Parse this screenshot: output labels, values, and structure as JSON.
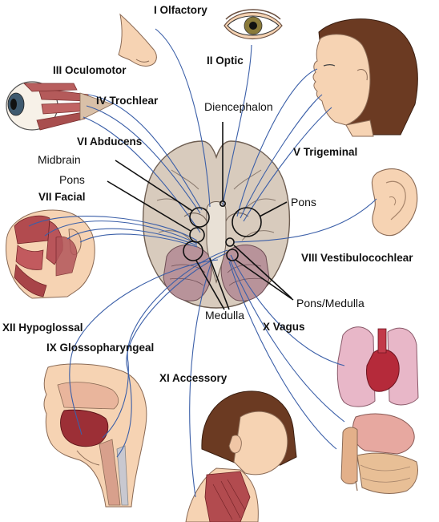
{
  "nerves": {
    "olfactory": "I Olfactory",
    "optic": "II Optic",
    "oculomotor": "III Oculomotor",
    "trochlear": "IV Trochlear",
    "trigeminal": "V Trigeminal",
    "abducens": "VI Abducens",
    "facial": "VII Facial",
    "vestibulocochlear": "VIII Vestibulocochlear",
    "glossopharyngeal": "IX Glossopharyngeal",
    "vagus": "X Vagus",
    "accessory": "XI Accessory",
    "hypoglossal": "XII Hypoglossal"
  },
  "regions": {
    "diencephalon": "Diencephalon",
    "midbrain": "Midbrain",
    "pons_left": "Pons",
    "pons_right": "Pons",
    "pons_medulla": "Pons/Medulla",
    "medulla": "Medulla"
  },
  "colors": {
    "nerve_line": "#3b5fa8",
    "skin": "#f6d3b3",
    "hair": "#6b3a22",
    "muscle": "#a8484c",
    "brain": "#d8cbbd",
    "cerebellum": "#b8939a",
    "organ": "#e8b7c8"
  }
}
